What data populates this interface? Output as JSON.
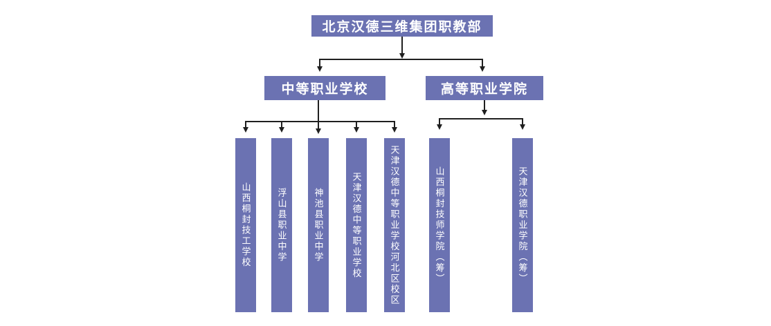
{
  "org_chart": {
    "root": {
      "label": "北京汉德三维集团职教部"
    },
    "branches": [
      {
        "label": "中等职业学校"
      },
      {
        "label": "高等职业学院"
      }
    ],
    "leaves": [
      {
        "label": "山西桐封技工学校",
        "branch": "中等职业学校"
      },
      {
        "label": "浮山县职业中学",
        "branch": "中等职业学校"
      },
      {
        "label": "神池县职业中学",
        "branch": "中等职业学校"
      },
      {
        "label": "天津汉德中等职业学校",
        "branch": "中等职业学校"
      },
      {
        "label": "天津汉德中等职业学校河北区校区",
        "branch": "中等职业学校"
      },
      {
        "label": "山西桐封技师学院（筹）",
        "branch": "高等职业学院"
      },
      {
        "label": "天津汉德职业学院（筹）",
        "branch": "高等职业学院"
      }
    ],
    "colors": {
      "node_fill": "#6b72b2",
      "node_text": "#ffffff",
      "connector": "#1f1f1f"
    }
  }
}
